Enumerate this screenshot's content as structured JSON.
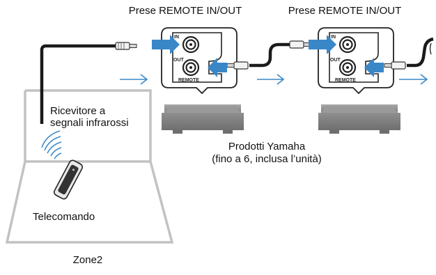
{
  "labels": {
    "jack_header_1": "Prese REMOTE IN/OUT",
    "jack_header_2": "Prese REMOTE IN/OUT",
    "ir_receiver_line1": "Ricevitore a",
    "ir_receiver_line2": "segnali infrarossi",
    "products_line1": "Prodotti Yamaha",
    "products_line2": "(fino a 6, inclusa l’unità)",
    "remote_control": "Telecomando",
    "zone": "Zone2"
  },
  "jack_panel": {
    "in_label": "IN",
    "out_label": "OUT",
    "remote_label": "REMOTE"
  },
  "colors": {
    "arrow": "#3a87c8",
    "cable": "#1a1a1a",
    "room": "#bdbdbd",
    "device": "#8c8c8c"
  }
}
